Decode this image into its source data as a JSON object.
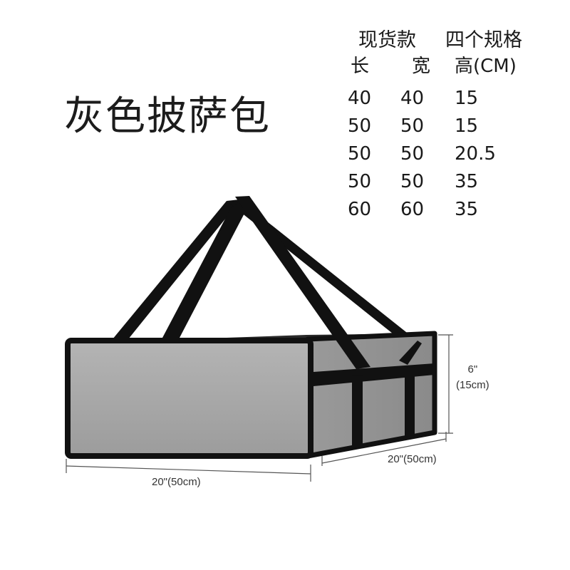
{
  "product": {
    "title": "灰色披萨包"
  },
  "specs": {
    "heading_stock": "现货款",
    "heading_count": "四个规格",
    "columns": [
      "长",
      "宽",
      "高(CM)"
    ],
    "rows": [
      [
        "40",
        "40",
        "15"
      ],
      [
        "50",
        "50",
        "15"
      ],
      [
        "50",
        "50",
        "20.5"
      ],
      [
        "50",
        "50",
        "35"
      ],
      [
        "60",
        "60",
        "35"
      ]
    ]
  },
  "dimensions": {
    "height_in": "6\"",
    "height_cm": "(15cm)",
    "depth": "20\"(50cm)",
    "width": "20\"(50cm)"
  },
  "colors": {
    "bag_front": "#a8a8a8",
    "bag_side": "#8f8f8f",
    "strap": "#111111"
  }
}
